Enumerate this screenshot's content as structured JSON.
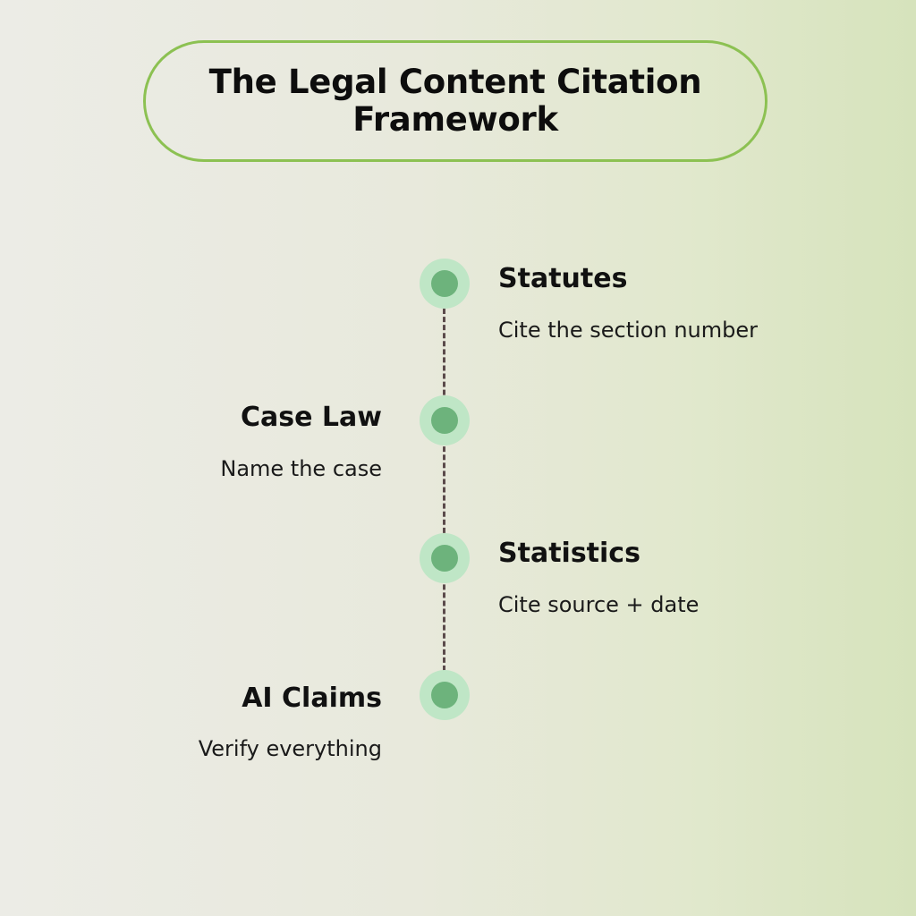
{
  "title": "The Legal Content Citation\nFramework",
  "steps": [
    {
      "title": "Statutes",
      "description": "Cite the section number"
    },
    {
      "title": "Case Law",
      "description": "Name the case"
    },
    {
      "title": "Statistics",
      "description": "Cite source + date"
    },
    {
      "title": "AI Claims",
      "description": "Verify everything"
    }
  ],
  "colors": {
    "pill_border": "#8cc152",
    "node_outer": "#bfe6c6",
    "node_inner": "#6db37c",
    "connector": "#5b4b4b"
  }
}
